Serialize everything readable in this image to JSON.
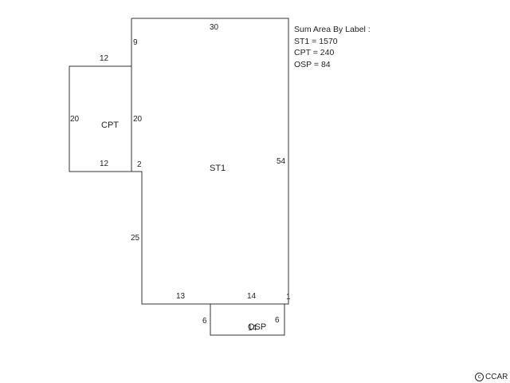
{
  "summary": {
    "title": "Sum Area By Label :",
    "lines": [
      "ST1 = 1570",
      "CPT = 240",
      "OSP = 84"
    ]
  },
  "areas": {
    "st1": "ST1",
    "cpt": "CPT",
    "osp": "OSP"
  },
  "dimensions": {
    "top": "30",
    "st1_left_upper": "9",
    "st1_left_mid": "20",
    "step": "2",
    "st1_left_lower": "25",
    "st1_right": "54",
    "bottom_left": "13",
    "bottom_right": "14",
    "bottom_tick": "1",
    "cpt_top": "12",
    "cpt_left": "20",
    "cpt_bottom": "12",
    "osp_left": "6",
    "osp_right": "6",
    "osp_bottom": "14"
  },
  "credit": {
    "symbol": "c",
    "text": "CCAR"
  }
}
